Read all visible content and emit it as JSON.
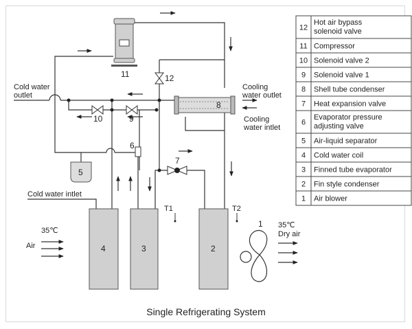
{
  "caption": "Single Refrigerating System",
  "labels": {
    "cold_water_outlet_1": "Cold water",
    "cold_water_outlet_2": "outlet",
    "cooling_water_outlet_1": "Cooling",
    "cooling_water_outlet_2": "water outlet",
    "cooling_water_inlet_1": "Cooling",
    "cooling_water_inlet_2": "water intlet",
    "cold_water_inlet": "Cold water intlet",
    "air_temp": "35℃",
    "air": "Air",
    "dry_air_temp": "35℃",
    "dry_air": "Dry air",
    "t1": "T1",
    "t2": "T2"
  },
  "components": {
    "n1": "1",
    "n2": "2",
    "n3": "3",
    "n4": "4",
    "n5": "5",
    "n6": "6",
    "n7": "7",
    "n8": "8",
    "n9": "9",
    "n10": "10",
    "n11": "11",
    "n12": "12"
  },
  "legend": [
    {
      "num": "12",
      "line1": "Hot air bypass",
      "line2": "solenoid valve"
    },
    {
      "num": "11",
      "line1": "Compressor",
      "line2": ""
    },
    {
      "num": "10",
      "line1": "Solenoid  valve 2",
      "line2": ""
    },
    {
      "num": "9",
      "line1": "Solenoid  valve 1",
      "line2": ""
    },
    {
      "num": "8",
      "line1": "Shell tube condenser",
      "line2": ""
    },
    {
      "num": "7",
      "line1": "Heat expansion valve",
      "line2": ""
    },
    {
      "num": "6",
      "line1": "Evaporator pressure",
      "line2": "adjusting valve"
    },
    {
      "num": "5",
      "line1": "Air-liquid separator",
      "line2": ""
    },
    {
      "num": "4",
      "line1": "Cold water coil",
      "line2": ""
    },
    {
      "num": "3",
      "line1": "Finned tube evaporator",
      "line2": ""
    },
    {
      "num": "2",
      "line1": "Fin style condenser",
      "line2": ""
    },
    {
      "num": "1",
      "line1": "Air blower",
      "line2": ""
    }
  ]
}
